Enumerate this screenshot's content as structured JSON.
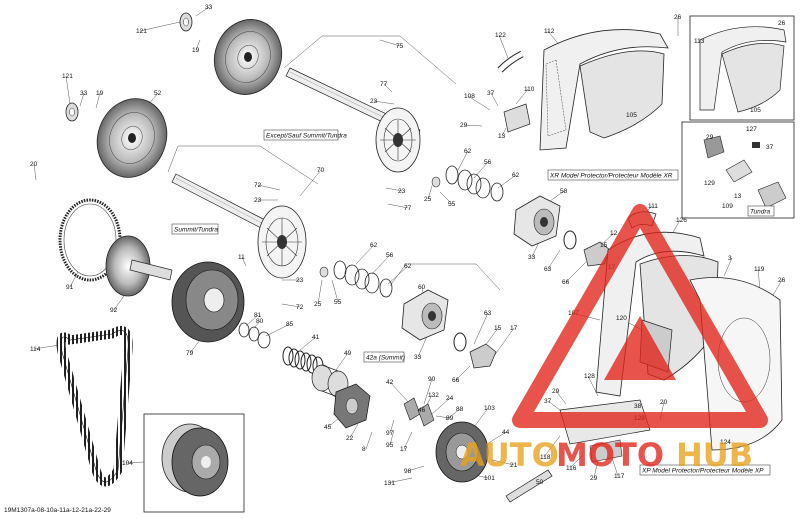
{
  "diagram_code": "19M1307a-08-10a-11a-12-21a-22-29",
  "captions": {
    "except": "Except/Sauf Summit/Tundra",
    "summit": "Summit/Tundra",
    "s42a": "42a (Summit)",
    "xr": "XR Model Protector/Protecteur Modèle XR",
    "xp": "XP Model Protector/Protecteur Modèle XP",
    "tundra": "Tundra"
  },
  "watermark": {
    "brand_a": "AUTO",
    "brand_b": "MOTO",
    "brand_c": "HUB",
    "color_red": "#e2231a",
    "color_gold": "#e9a21a"
  },
  "parts": [
    {
      "t": "33"
    },
    {
      "t": "121"
    },
    {
      "t": "19"
    },
    {
      "t": "121"
    },
    {
      "t": "33"
    },
    {
      "t": "19"
    },
    {
      "t": "52"
    },
    {
      "t": "75"
    },
    {
      "t": "77"
    },
    {
      "t": "23"
    },
    {
      "t": "122"
    },
    {
      "t": "112"
    },
    {
      "t": "26"
    },
    {
      "t": "26"
    },
    {
      "t": "113"
    },
    {
      "t": "105"
    },
    {
      "t": "105"
    },
    {
      "t": "108"
    },
    {
      "t": "37"
    },
    {
      "t": "110"
    },
    {
      "t": "29"
    },
    {
      "t": "13"
    },
    {
      "t": "62"
    },
    {
      "t": "56"
    },
    {
      "t": "62"
    },
    {
      "t": "70"
    },
    {
      "t": "72"
    },
    {
      "t": "23"
    },
    {
      "t": "23"
    },
    {
      "t": "77"
    },
    {
      "t": "25"
    },
    {
      "t": "55"
    },
    {
      "t": "58"
    },
    {
      "t": "20"
    },
    {
      "t": "127"
    },
    {
      "t": "37"
    },
    {
      "t": "29"
    },
    {
      "t": "129"
    },
    {
      "t": "13"
    },
    {
      "t": "109"
    },
    {
      "t": "111"
    },
    {
      "t": "126"
    },
    {
      "t": "33"
    },
    {
      "t": "63"
    },
    {
      "t": "66"
    },
    {
      "t": "12"
    },
    {
      "t": "15"
    },
    {
      "t": "17"
    },
    {
      "t": "62"
    },
    {
      "t": "56"
    },
    {
      "t": "62"
    },
    {
      "t": "91"
    },
    {
      "t": "92"
    },
    {
      "t": "11"
    },
    {
      "t": "23"
    },
    {
      "t": "72"
    },
    {
      "t": "25"
    },
    {
      "t": "55"
    },
    {
      "t": "60"
    },
    {
      "t": "3"
    },
    {
      "t": "119"
    },
    {
      "t": "26"
    },
    {
      "t": "81"
    },
    {
      "t": "80"
    },
    {
      "t": "85"
    },
    {
      "t": "107"
    },
    {
      "t": "120"
    },
    {
      "t": "114"
    },
    {
      "t": "79"
    },
    {
      "t": "41"
    },
    {
      "t": "49"
    },
    {
      "t": "33"
    },
    {
      "t": "63"
    },
    {
      "t": "15"
    },
    {
      "t": "17"
    },
    {
      "t": "66"
    },
    {
      "t": "42"
    },
    {
      "t": "90"
    },
    {
      "t": "128"
    },
    {
      "t": "29"
    },
    {
      "t": "46"
    },
    {
      "t": "132"
    },
    {
      "t": "24"
    },
    {
      "t": "89"
    },
    {
      "t": "88"
    },
    {
      "t": "103"
    },
    {
      "t": "37"
    },
    {
      "t": "45"
    },
    {
      "t": "22"
    },
    {
      "t": "95"
    },
    {
      "t": "97"
    },
    {
      "t": "8"
    },
    {
      "t": "17"
    },
    {
      "t": "44"
    },
    {
      "t": "21"
    },
    {
      "t": "104"
    },
    {
      "t": "98"
    },
    {
      "t": "131"
    },
    {
      "t": "101"
    },
    {
      "t": "50"
    },
    {
      "t": "118"
    },
    {
      "t": "116"
    },
    {
      "t": "29"
    },
    {
      "t": "117"
    },
    {
      "t": "20"
    },
    {
      "t": "38"
    },
    {
      "t": "128"
    },
    {
      "t": "124"
    }
  ]
}
